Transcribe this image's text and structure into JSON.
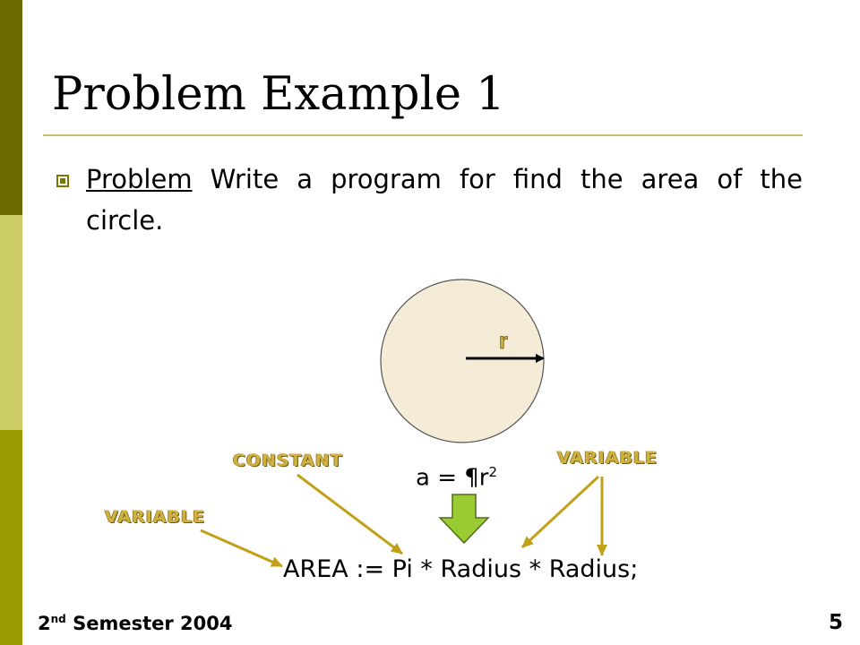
{
  "title": "Problem Example 1",
  "bullet": {
    "lead": "Problem",
    "text_line1": "Write a program for find the area of the",
    "text_line2": "circle."
  },
  "diagram": {
    "radius_label": "r",
    "formula_main": "a = ¶r",
    "formula_exp": "2",
    "labels": {
      "constant": "CONSTANT",
      "variable_right": "VARIABLE",
      "variable_left": "VARIABLE"
    },
    "statement": "AREA := Pi * Radius * Radius;",
    "colors": {
      "circle_fill": "#f5ecd7",
      "arrow": "#c2a01a",
      "down_arrow": "#99cc33",
      "label": "#d0b040"
    }
  },
  "footer": {
    "semester_num": "2",
    "semester_sup": "nd",
    "semester_rest": " Semester 2004",
    "page_number": "5"
  }
}
